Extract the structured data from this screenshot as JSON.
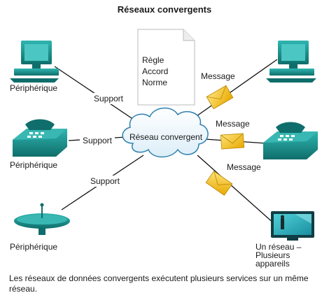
{
  "title": "Réseaux convergents",
  "note": {
    "lines": [
      "Règle",
      "Accord",
      "Norme"
    ]
  },
  "cloud_label": "Réseau convergent",
  "left_devices": [
    {
      "label": "Périphérique",
      "link_label": "Support",
      "icon": "computer-icon"
    },
    {
      "label": "Périphérique",
      "link_label": "Support",
      "icon": "phone-icon"
    },
    {
      "label": "Périphérique",
      "link_label": "Support",
      "icon": "satellite-dish-icon"
    }
  ],
  "message_label": "Message",
  "right_devices": [
    {
      "icon": "computer-icon"
    },
    {
      "icon": "phone-icon"
    },
    {
      "label_lines": [
        "Un réseau –",
        "Plusieurs",
        "appareils"
      ],
      "icon": "tv-monitor-icon"
    }
  ],
  "caption": "Les réseaux de données convergents exécutent plusieurs services sur un même réseau.",
  "colors": {
    "device_teal": "#1a9a96",
    "device_dark": "#0f6e6b",
    "envelope": "#f4c430",
    "cloud_stroke": "#2f80b0"
  }
}
